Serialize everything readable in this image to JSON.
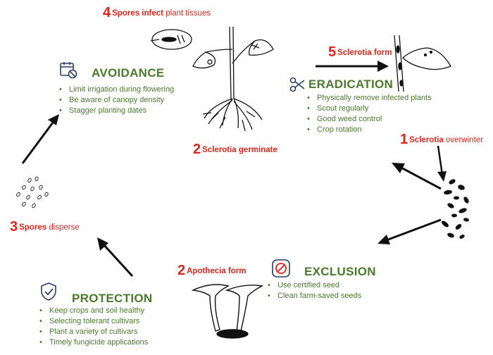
{
  "stages": {
    "s1": {
      "num": "1",
      "bold": "Sclerotia",
      "rest": " overwinter"
    },
    "s2a": {
      "num": "2",
      "bold": "Sclerotia germinate",
      "rest": ""
    },
    "s2b": {
      "num": "2",
      "bold": "Apothecia form",
      "rest": ""
    },
    "s3": {
      "num": "3",
      "bold": "Spores",
      "rest": " disperse"
    },
    "s4": {
      "num": "4",
      "bold": "Spores infect",
      "rest": " plant tissues"
    },
    "s5": {
      "num": "5",
      "bold": "Sclerotia form",
      "rest": ""
    }
  },
  "avoidance": {
    "heading": "AVOIDANCE",
    "icon": "calendar-cancel-icon",
    "items": [
      "Limit irrigation during flowering",
      "Be aware of canopy density",
      "Stagger planting dates"
    ]
  },
  "eradication": {
    "heading": "ERADICATION",
    "icon": "scissors-icon",
    "items": [
      "Physically remove infected plants",
      "Scout regularly",
      "Good weed control",
      "Crop rotation"
    ]
  },
  "exclusion": {
    "heading": "EXCLUSION",
    "icon": "prohibited-icon",
    "items": [
      "Use certified seed",
      "Clean farm-saved seeds"
    ]
  },
  "protection": {
    "heading": "PROTECTION",
    "icon": "shield-check-icon",
    "items": [
      "Keep crops and soil healthy",
      "Selecting tolerant cultivars",
      "Plant a variety of cultivars",
      "Timely fungicide applications"
    ]
  },
  "colors": {
    "stage": "#e0241b",
    "strategy": "#4a7a2c",
    "icon": "#2b3f6b",
    "ink": "#111111"
  }
}
